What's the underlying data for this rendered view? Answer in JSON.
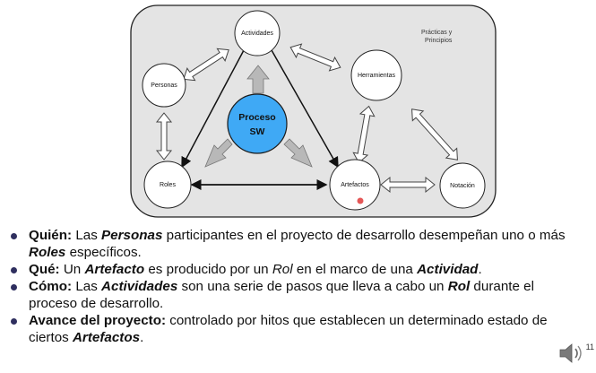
{
  "diagram": {
    "corner_label_line1": "Prácticas y",
    "corner_label_line2": "Principios",
    "nodes": {
      "actividades": "Actividades",
      "personas": "Personas",
      "herramientas": "Herramientas",
      "roles": "Roles",
      "artefactos": "Artefactos",
      "notacion": "Notación"
    },
    "center_line1": "Proceso",
    "center_line2": "SW",
    "colors": {
      "panel": "#e4e4e4",
      "center": "#3fa9f5",
      "arrow_fill": "#b8b8b8"
    }
  },
  "bullets": [
    {
      "parts": [
        {
          "t": "Quién:",
          "s": "b"
        },
        {
          "t": " Las ",
          "s": ""
        },
        {
          "t": "Personas",
          "s": "bi"
        },
        {
          "t": " participantes en el proyecto de desarrollo desempeñan uno o más ",
          "s": ""
        },
        {
          "t": "Roles",
          "s": "bi"
        },
        {
          "t": " específicos.",
          "s": ""
        }
      ]
    },
    {
      "parts": [
        {
          "t": "Qué:",
          "s": "b"
        },
        {
          "t": " Un ",
          "s": ""
        },
        {
          "t": "Artefacto",
          "s": "bi"
        },
        {
          "t": " es producido por un ",
          "s": ""
        },
        {
          "t": "Rol",
          "s": "i"
        },
        {
          "t": " en el marco de una ",
          "s": ""
        },
        {
          "t": "Actividad",
          "s": "bi"
        },
        {
          "t": ".",
          "s": ""
        }
      ]
    },
    {
      "parts": [
        {
          "t": "Cómo:",
          "s": "b"
        },
        {
          "t": " Las ",
          "s": ""
        },
        {
          "t": "Actividades",
          "s": "bi"
        },
        {
          "t": " son una serie de pasos que lleva a cabo un ",
          "s": ""
        },
        {
          "t": "Rol",
          "s": "bi"
        },
        {
          "t": " durante el proceso de desarrollo.",
          "s": ""
        }
      ]
    },
    {
      "parts": [
        {
          "t": "Avance del proyecto:",
          "s": "b"
        },
        {
          "t": " controlado por hitos que establecen un determinado estado de ciertos ",
          "s": ""
        },
        {
          "t": "Artefactos",
          "s": "bi"
        },
        {
          "t": ".",
          "s": ""
        }
      ]
    }
  ],
  "slide_number": "11",
  "speaker_icon": "speaker-icon"
}
